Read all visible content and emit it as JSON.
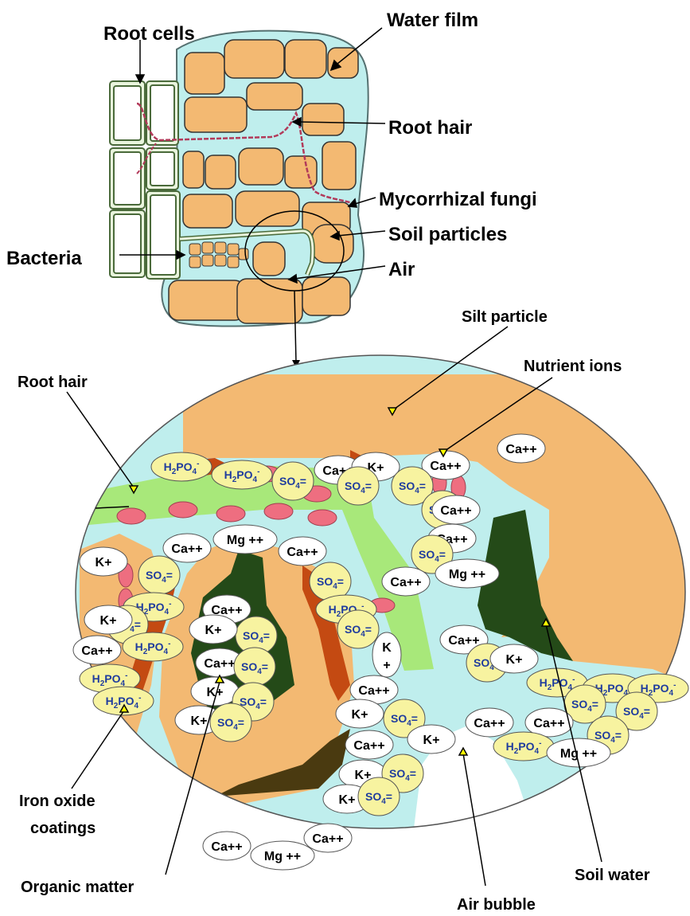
{
  "colors": {
    "soil": "#f3b972",
    "water": "#bfeeed",
    "root_hair": "#a8e87a",
    "organic": "#244a18",
    "iron_oxide": "#c44a12",
    "bacteria": "#ee6e80",
    "anion_fill": "#f7f3a0",
    "cation_fill": "#ffffff"
  },
  "labels": {
    "root_cells": "Root cells",
    "water_film": "Water film",
    "root_hair_top": "Root hair",
    "mycorrhizal_fungi": "Mycorrhizal fungi",
    "soil_particles": "Soil particles",
    "bacteria": "Bacteria",
    "air": "Air",
    "silt_particle": "Silt particle",
    "nutrient_ions": "Nutrient ions",
    "root_hair_detail": "Root hair",
    "iron_oxide_1": "Iron oxide",
    "iron_oxide_2": "coatings",
    "organic_matter": "Organic matter",
    "soil_water": "Soil water",
    "air_bubble": "Air bubble"
  },
  "ions": {
    "ca": "Ca++",
    "k": "K+",
    "mg": "Mg ++",
    "k_split_top": "K",
    "k_split_bottom": "+",
    "h2po4": "H2PO4-",
    "so4": "SO4="
  }
}
